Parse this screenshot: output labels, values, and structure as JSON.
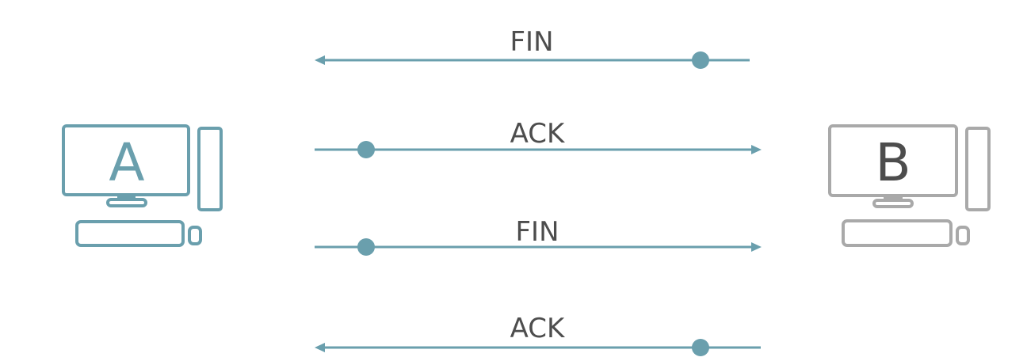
{
  "computers": {
    "a": {
      "label": "A",
      "color": "#6a9fad",
      "icon": "desktop-computer-icon"
    },
    "b": {
      "label": "B",
      "color": "#a9a9a9",
      "icon": "desktop-computer-icon"
    }
  },
  "messages": [
    {
      "label": "FIN",
      "direction": "B-to-A"
    },
    {
      "label": "ACK",
      "direction": "A-to-B"
    },
    {
      "label": "FIN",
      "direction": "A-to-B"
    },
    {
      "label": "ACK",
      "direction": "B-to-A"
    }
  ],
  "colors": {
    "arrow": "#6a9fad",
    "text": "#4d4d4d"
  }
}
